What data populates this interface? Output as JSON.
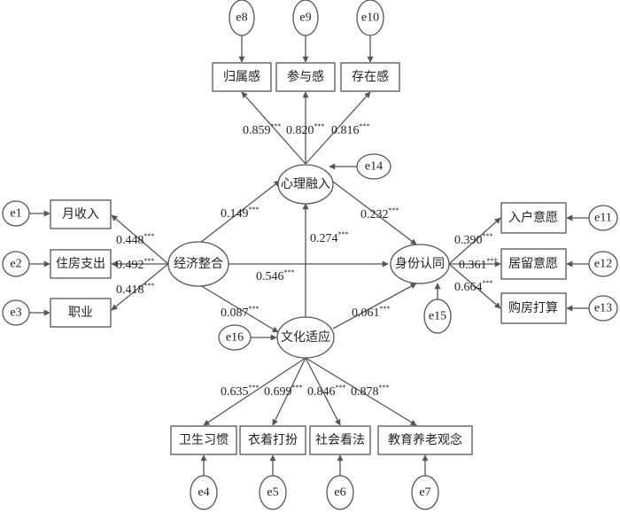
{
  "latents": {
    "econ": "经济整合",
    "psych": "心理融入",
    "culture": "文化适应",
    "identity": "身份认同"
  },
  "indicators": {
    "belonging": "归属感",
    "participation": "参与感",
    "existence": "存在感",
    "income": "月收入",
    "housing": "住房支出",
    "occupation": "职业",
    "hukou": "入户意愿",
    "residence": "居留意愿",
    "house_buy": "购房打算",
    "hygiene": "卫生习惯",
    "clothing": "衣着打扮",
    "social_view": "社会看法",
    "parenting": "教育养老观念"
  },
  "errors": {
    "e1": "e1",
    "e2": "e2",
    "e3": "e3",
    "e4": "e4",
    "e5": "e5",
    "e6": "e6",
    "e7": "e7",
    "e8": "e8",
    "e9": "e9",
    "e10": "e10",
    "e11": "e11",
    "e12": "e12",
    "e13": "e13",
    "e14": "e14",
    "e15": "e15",
    "e16": "e16"
  },
  "significance": "***",
  "coefficients": {
    "belonging": "0.859",
    "participation": "0.820",
    "existence": "0.816",
    "income": "0.448",
    "housing": "0.492",
    "occupation": "0.418",
    "econ_psych": "0.149",
    "psych_identity": "0.232",
    "culture_psych": "0.274",
    "econ_identity": "0.546",
    "econ_culture": "0.087",
    "culture_identity": "0.061",
    "hukou": "0.390",
    "residence": "0.361",
    "house_buy": "0.664",
    "hygiene": "0.635",
    "clothing": "0.699",
    "social_view": "0.846",
    "parenting": "0.878"
  }
}
